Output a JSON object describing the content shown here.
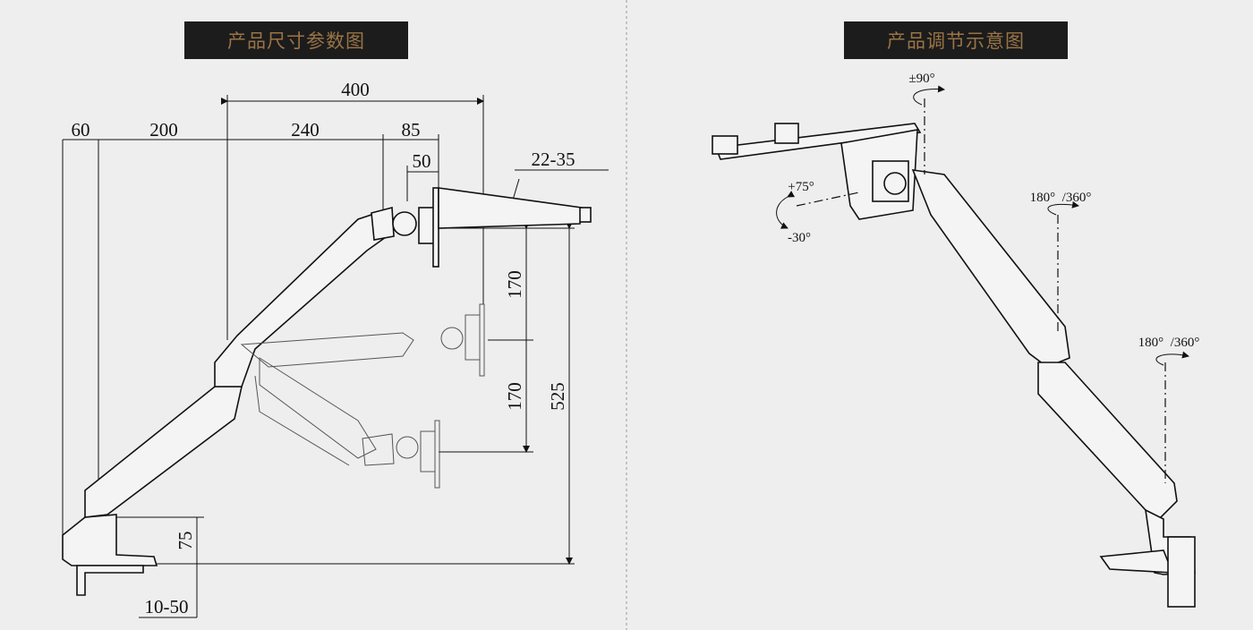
{
  "left_panel": {
    "title": "产品尺寸参数图",
    "dimensions": {
      "total_reach": "400",
      "base_offset": "60",
      "lower_arm": "200",
      "upper_arm": "240",
      "head_offset": "85",
      "vesa_offset": "50",
      "tilt_range": "22-35",
      "height_up": "170",
      "height_down": "170",
      "max_height": "525",
      "base_height": "75",
      "clamp_range": "10-50"
    }
  },
  "right_panel": {
    "title": "产品调节示意图",
    "angles": {
      "rotation": "±90°",
      "tilt_up": "+75°",
      "tilt_down": "-30°",
      "swivel_upper": "180°  /360°",
      "swivel_lower": "180°  /360°"
    }
  }
}
